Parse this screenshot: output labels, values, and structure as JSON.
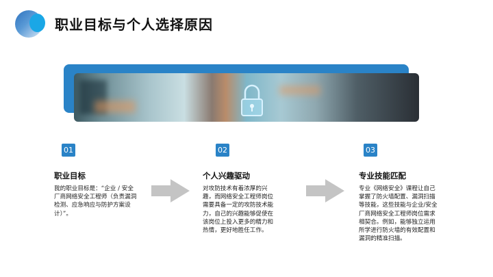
{
  "header": {
    "title": "职业目标与个人选择原因"
  },
  "banner": {
    "image_alt": "network-security-lock-image"
  },
  "colors": {
    "accent": "#2a83c7",
    "logo_cyan": "#1aa7e6",
    "arrow": "#c4c4c4"
  },
  "sections": [
    {
      "number": "01",
      "heading": "职业目标",
      "body": "我的职业目标是：“企业 / 安全厂商网络安全工程师（负责漏洞检测、应急响应与防护方案设计）”。"
    },
    {
      "number": "02",
      "heading": "个人兴趣驱动",
      "body": "对攻防技术有着浓厚的兴趣，而网络安全工程师岗位需要具备一定的攻防技术能力，自己的兴趣能够促使在该岗位上投入更多的精力和热情，更好地胜任工作。"
    },
    {
      "number": "03",
      "heading": "专业技能匹配",
      "body": "专业《网络安全》课程让自己掌握了防火墙配置、漏洞扫描等技能，这些技能与企业/安全厂商网络安全工程师岗位需求相契合。例如，能够独立运用所学进行防火墙的有效配置和漏洞的精准扫描。"
    }
  ]
}
